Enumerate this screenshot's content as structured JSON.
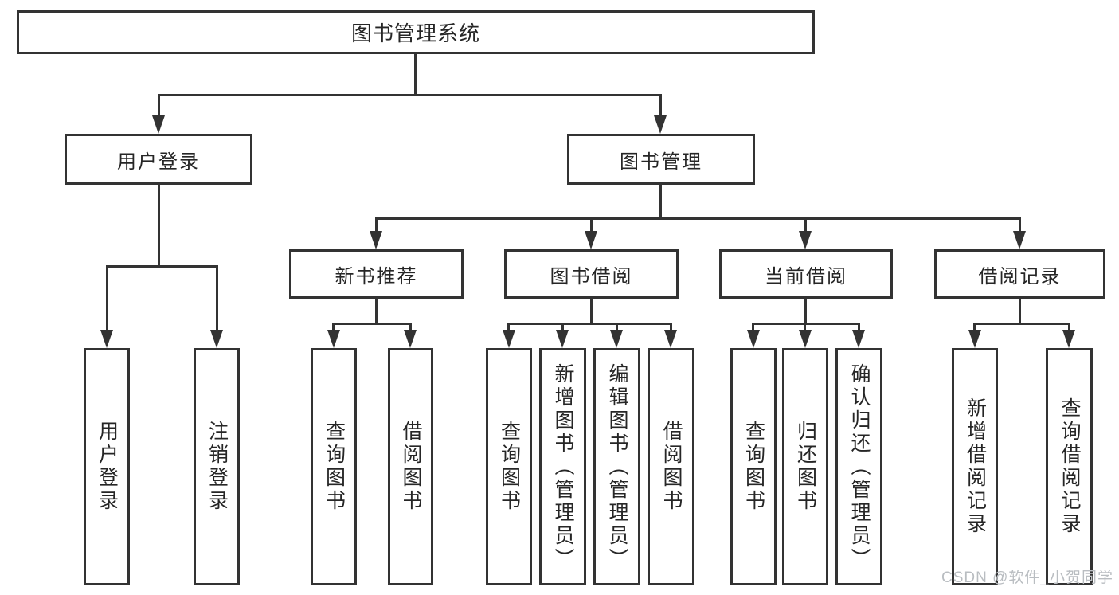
{
  "colors": {
    "line": "#333333",
    "box_border": "#333333",
    "box_fill": "#ffffff",
    "text": "#262626",
    "watermark": "#b9bdc1",
    "background": "#ffffff"
  },
  "watermark": {
    "text": "CSDN @软件_小贺同学"
  },
  "tree": {
    "root": {
      "label": "图书管理系统",
      "children": [
        {
          "label": "用户登录",
          "children": [
            {
              "label": "用户登录"
            },
            {
              "label": "注销登录"
            }
          ]
        },
        {
          "label": "图书管理",
          "children": [
            {
              "label": "新书推荐",
              "children": [
                {
                  "label": "查询图书"
                },
                {
                  "label": "借阅图书"
                }
              ]
            },
            {
              "label": "图书借阅",
              "children": [
                {
                  "label": "查询图书"
                },
                {
                  "label": "新增图书（管理员）"
                },
                {
                  "label": "编辑图书（管理员）"
                },
                {
                  "label": "借阅图书"
                }
              ]
            },
            {
              "label": "当前借阅",
              "children": [
                {
                  "label": "查询图书"
                },
                {
                  "label": "归还图书"
                },
                {
                  "label": "确认归还（管理员）"
                }
              ]
            },
            {
              "label": "借阅记录",
              "children": [
                {
                  "label": "新增借阅记录"
                },
                {
                  "label": "查询借阅记录"
                }
              ]
            }
          ]
        }
      ]
    }
  }
}
